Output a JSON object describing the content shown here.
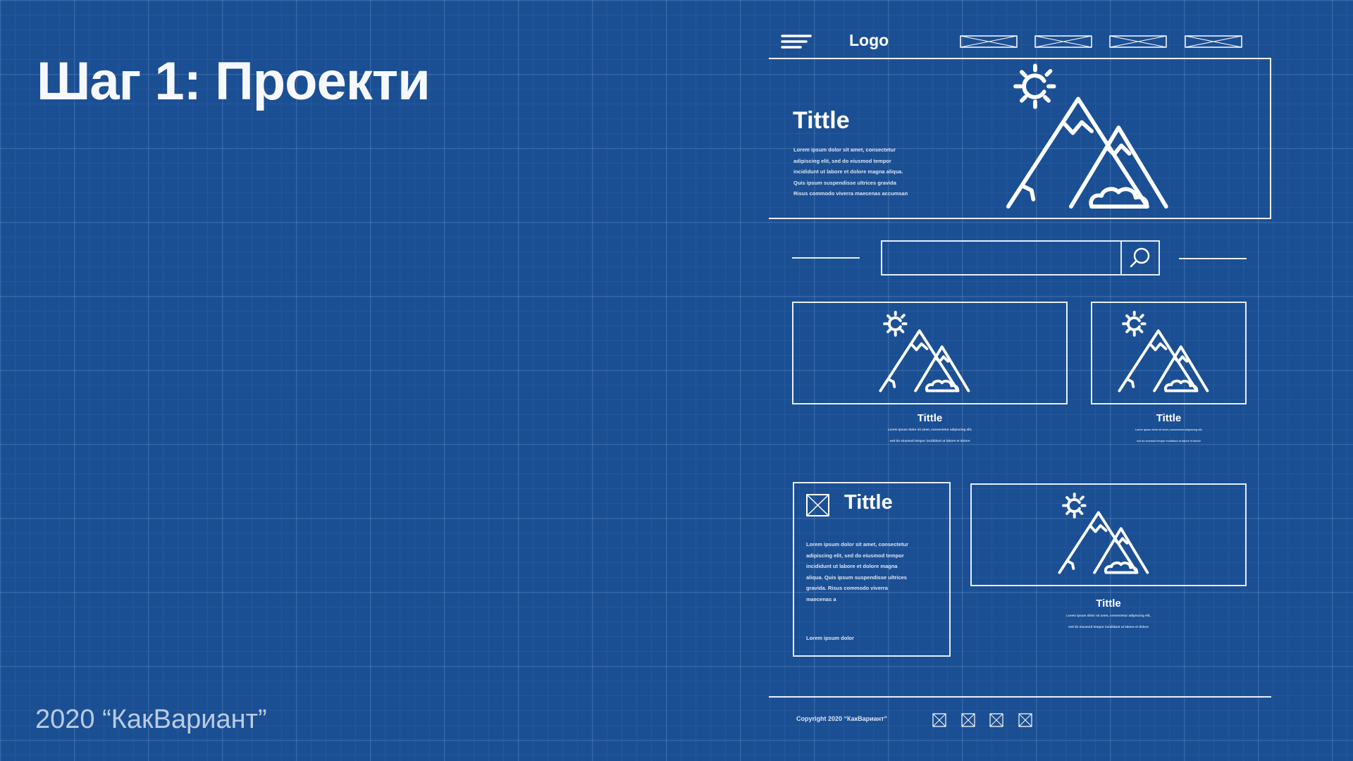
{
  "heading": "Шаг 1: Проекти",
  "credit": "2020 “КакВариант”",
  "wireframe": {
    "logo": "Logo",
    "hero": {
      "title": "Tittle",
      "lines": [
        "Lorem ipsum dolor sit amet, consectetur",
        "adipiscing elit, sed do eiusmod tempor",
        "incididunt ut labore et dolore magna aliqua.",
        "Quis ipsum suspendisse ultrices gravida",
        "Risus commodo viverra maecenas accumsan"
      ]
    },
    "card1": {
      "title": "Tittle",
      "lines": [
        "Lorem ipsum dolor sit amet, consectetur adipiscing elit,",
        "sed do eiusmod tempor incididunt ut labore et dolore"
      ]
    },
    "card2": {
      "title": "Tittle",
      "lines": [
        "Lorem ipsum dolor sit amet, consectetur adipiscing elit,",
        "sed do eiusmod tempor incididunt ut labore et dolore"
      ]
    },
    "article": {
      "title": "Tittle",
      "lines": [
        "Lorem ipsum dolor sit amet, consectetur",
        "adipiscing elit, sed do eiusmod tempor",
        "incididunt ut labore et dolore magna",
        "aliqua. Quis ipsum suspendisse ultrices",
        "gravida. Risus commodo viverra",
        "maecenas a"
      ],
      "footer_line": "Lorem ipsum dolor"
    },
    "card3": {
      "title": "Tittle",
      "lines": [
        "Lorem ipsum dolor sit amet, consectetur adipiscing elit,",
        "sed do eiusmod tempor incididunt ut labore et dolore"
      ]
    },
    "copyright": "Copyright 2020 “КакВариант”"
  }
}
